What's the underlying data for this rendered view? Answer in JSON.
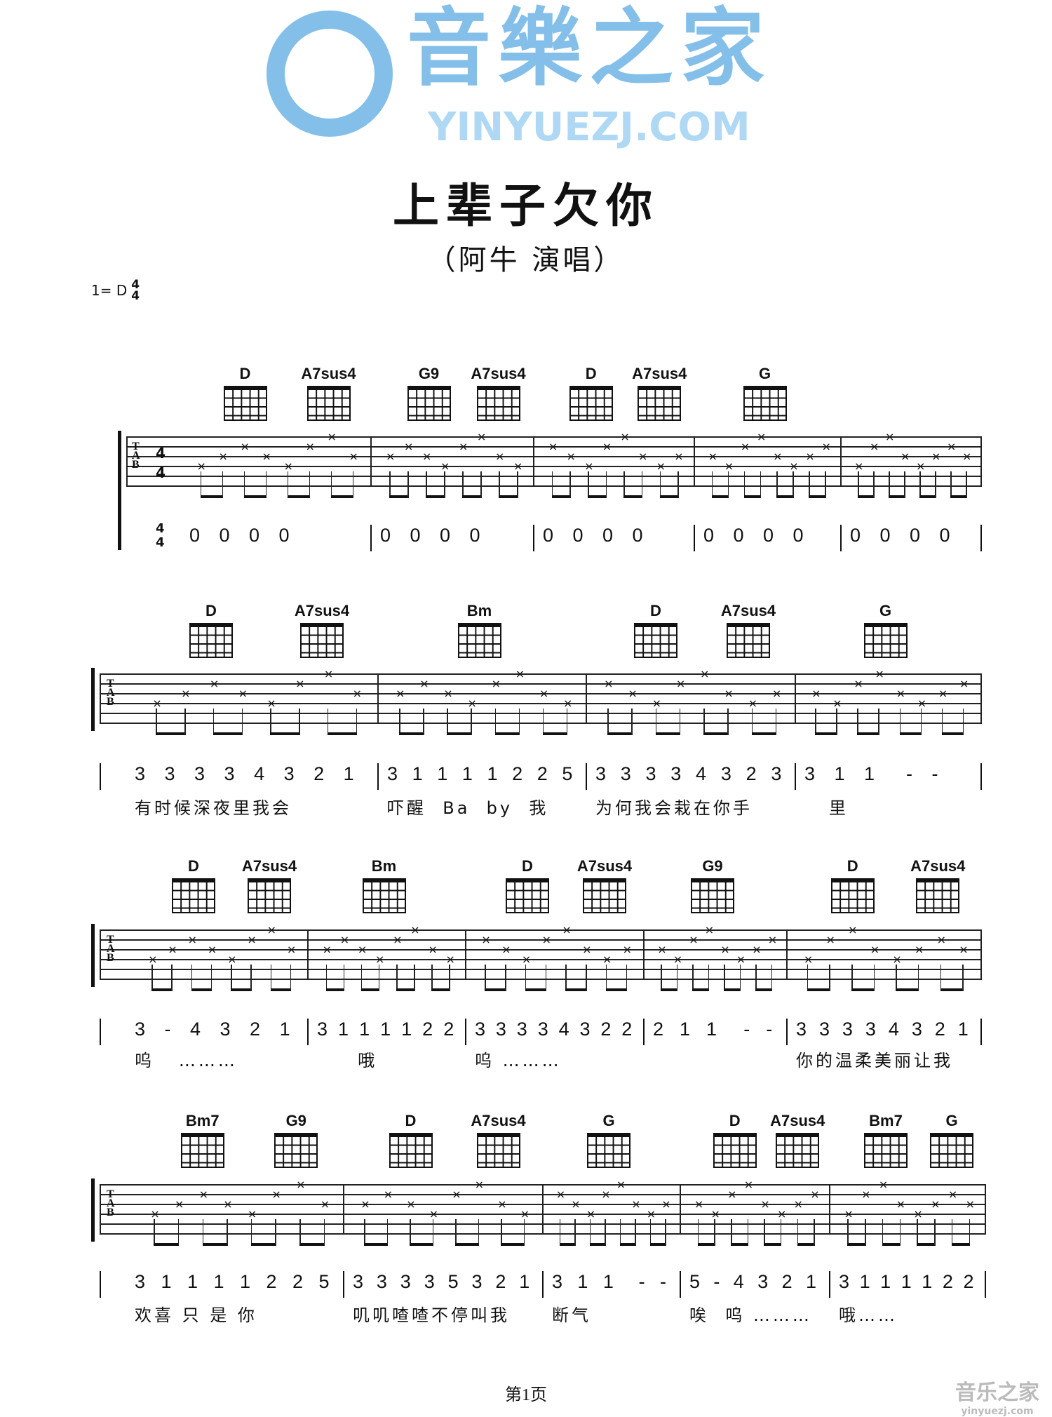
{
  "title": "上辈子欠你",
  "subtitle": "（阿牛  演唱）",
  "key": {
    "label": "1= D",
    "time_top": "4",
    "time_bottom": "4"
  },
  "tab_letters": [
    "T",
    "A",
    "B"
  ],
  "systems": [
    {
      "measures": [
        {
          "chords": [
            "D",
            "A7sus4"
          ],
          "notation": "0 0 0 0",
          "lyric": ""
        },
        {
          "chords": [
            "G9",
            "A7sus4"
          ],
          "notation": "0 0 0 0",
          "lyric": ""
        },
        {
          "chords": [
            "D",
            "A7sus4"
          ],
          "notation": "0 0 0 0",
          "lyric": ""
        },
        {
          "chords": [
            "G"
          ],
          "notation": "0 0 0 0",
          "lyric": ""
        },
        {
          "chords": [],
          "notation": "0 0 0 0",
          "lyric": ""
        }
      ]
    },
    {
      "measures": [
        {
          "chords": [
            "D",
            "A7sus4"
          ],
          "notation": "3 3 3 3 4 3 2 1",
          "lyric": "有时候深夜里我会"
        },
        {
          "chords": [
            "Bm"
          ],
          "notation": "3 1 1 1 1 2 2 5",
          "lyric": "吓醒  Ba  by  我"
        },
        {
          "chords": [
            "D",
            "A7sus4"
          ],
          "notation": "3 3 3 3 4 3 2 3",
          "lyric": "为何我会栽在你手"
        },
        {
          "chords": [
            "G"
          ],
          "notation": "3 1 1  - -",
          "lyric": "   里"
        }
      ]
    },
    {
      "measures": [
        {
          "chords": [
            "D",
            "A7sus4"
          ],
          "notation": "3 - 4 3 2 1",
          "lyric": "呜   ………"
        },
        {
          "chords": [
            "Bm"
          ],
          "notation": "3 1 1 1 1 2 2",
          "lyric": "     哦"
        },
        {
          "chords": [
            "D",
            "A7sus4"
          ],
          "notation": "3 3 3 3 4 3 2 2",
          "lyric": "呜 ………"
        },
        {
          "chords": [
            "G9"
          ],
          "notation": "2 1 1  - -",
          "lyric": ""
        },
        {
          "chords": [
            "D",
            "A7sus4"
          ],
          "notation": "3 3 3 3 4 3 2 1",
          "lyric": "你的温柔美丽让我"
        }
      ]
    },
    {
      "measures": [
        {
          "chords": [
            "Bm7",
            "G9"
          ],
          "notation": "3 1 1 1 1 2 2 5",
          "lyric": "欢喜 只 是 你"
        },
        {
          "chords": [
            "D",
            "A7sus4"
          ],
          "notation": "3 3 3 3 5 3 2 1",
          "lyric": "叽叽喳喳不停叫我"
        },
        {
          "chords": [
            "G"
          ],
          "notation": "3 1 1  - -",
          "lyric": "断气"
        },
        {
          "chords": [
            "D",
            "A7sus4"
          ],
          "notation": "5 - 4 3 2 1",
          "lyric": "唉  呜 ………"
        },
        {
          "chords": [
            "Bm7",
            "G"
          ],
          "notation": "3 1 1 1 1 2 2",
          "lyric": "哦……"
        }
      ]
    }
  ],
  "watermark": {
    "cn": "音樂之家",
    "en": "YINYUEZJ.COM"
  },
  "footer": {
    "page": "第1页",
    "logo_cn": "音乐之家",
    "logo_en": "yinyuezj.com"
  }
}
